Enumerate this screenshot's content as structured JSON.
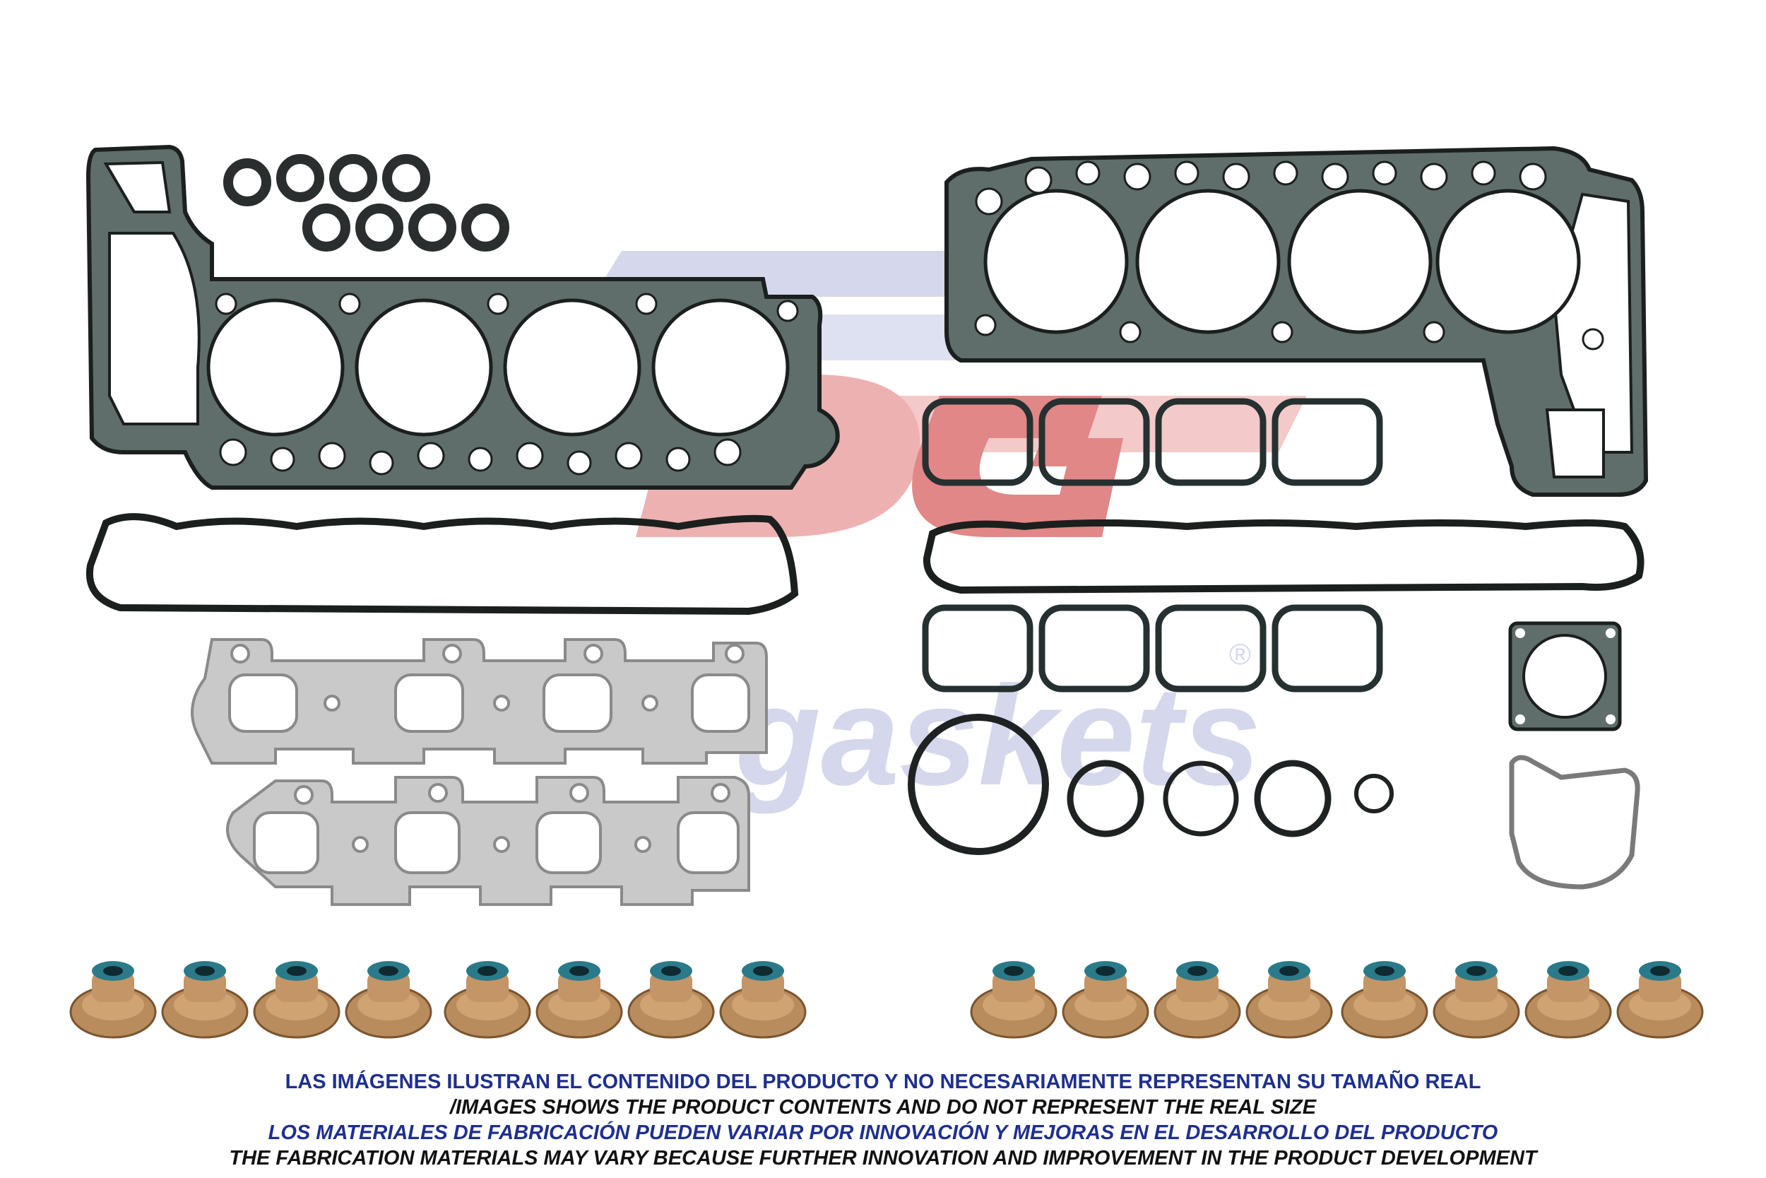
{
  "watermark": {
    "logo_letters": "DG",
    "wordmark": "gaskets",
    "registered_mark": "®"
  },
  "footer": {
    "line1": "LAS IMÁGENES ILUSTRAN EL CONTENIDO DEL PRODUCTO Y NO NECESARIAMENTE REPRESENTAN SU TAMAÑO REAL",
    "line2": "/IMAGES SHOWS THE PRODUCT CONTENTS AND DO NOT REPRESENT THE REAL SIZE",
    "line3": "LOS MATERIALES DE FABRICACIÓN PUEDEN VARIAR POR INNOVACIÓN Y MEJORAS EN EL DESARROLLO DEL PRODUCTO",
    "line4": "THE FABRICATION MATERIALS MAY VARY BECAUSE FURTHER INNOVATION AND IMPROVEMENT IN THE PRODUCT DEVELOPMENT"
  },
  "colors": {
    "gasket_metal": "#5f6e6a",
    "gasket_edge": "#1b1f1e",
    "manifold": "#c9c9c9",
    "seal_orange": "#b98c5e",
    "seal_teal": "#2a7a8a",
    "watermark_red": "#e8a0a0",
    "watermark_blue": "#c7cbe6",
    "footer_blue": "#1f2f8f"
  },
  "parts": {
    "oring_small_count": 8,
    "intake_seal_count": 8,
    "valve_stem_seal_count": 16,
    "round_seal_count": 5
  }
}
